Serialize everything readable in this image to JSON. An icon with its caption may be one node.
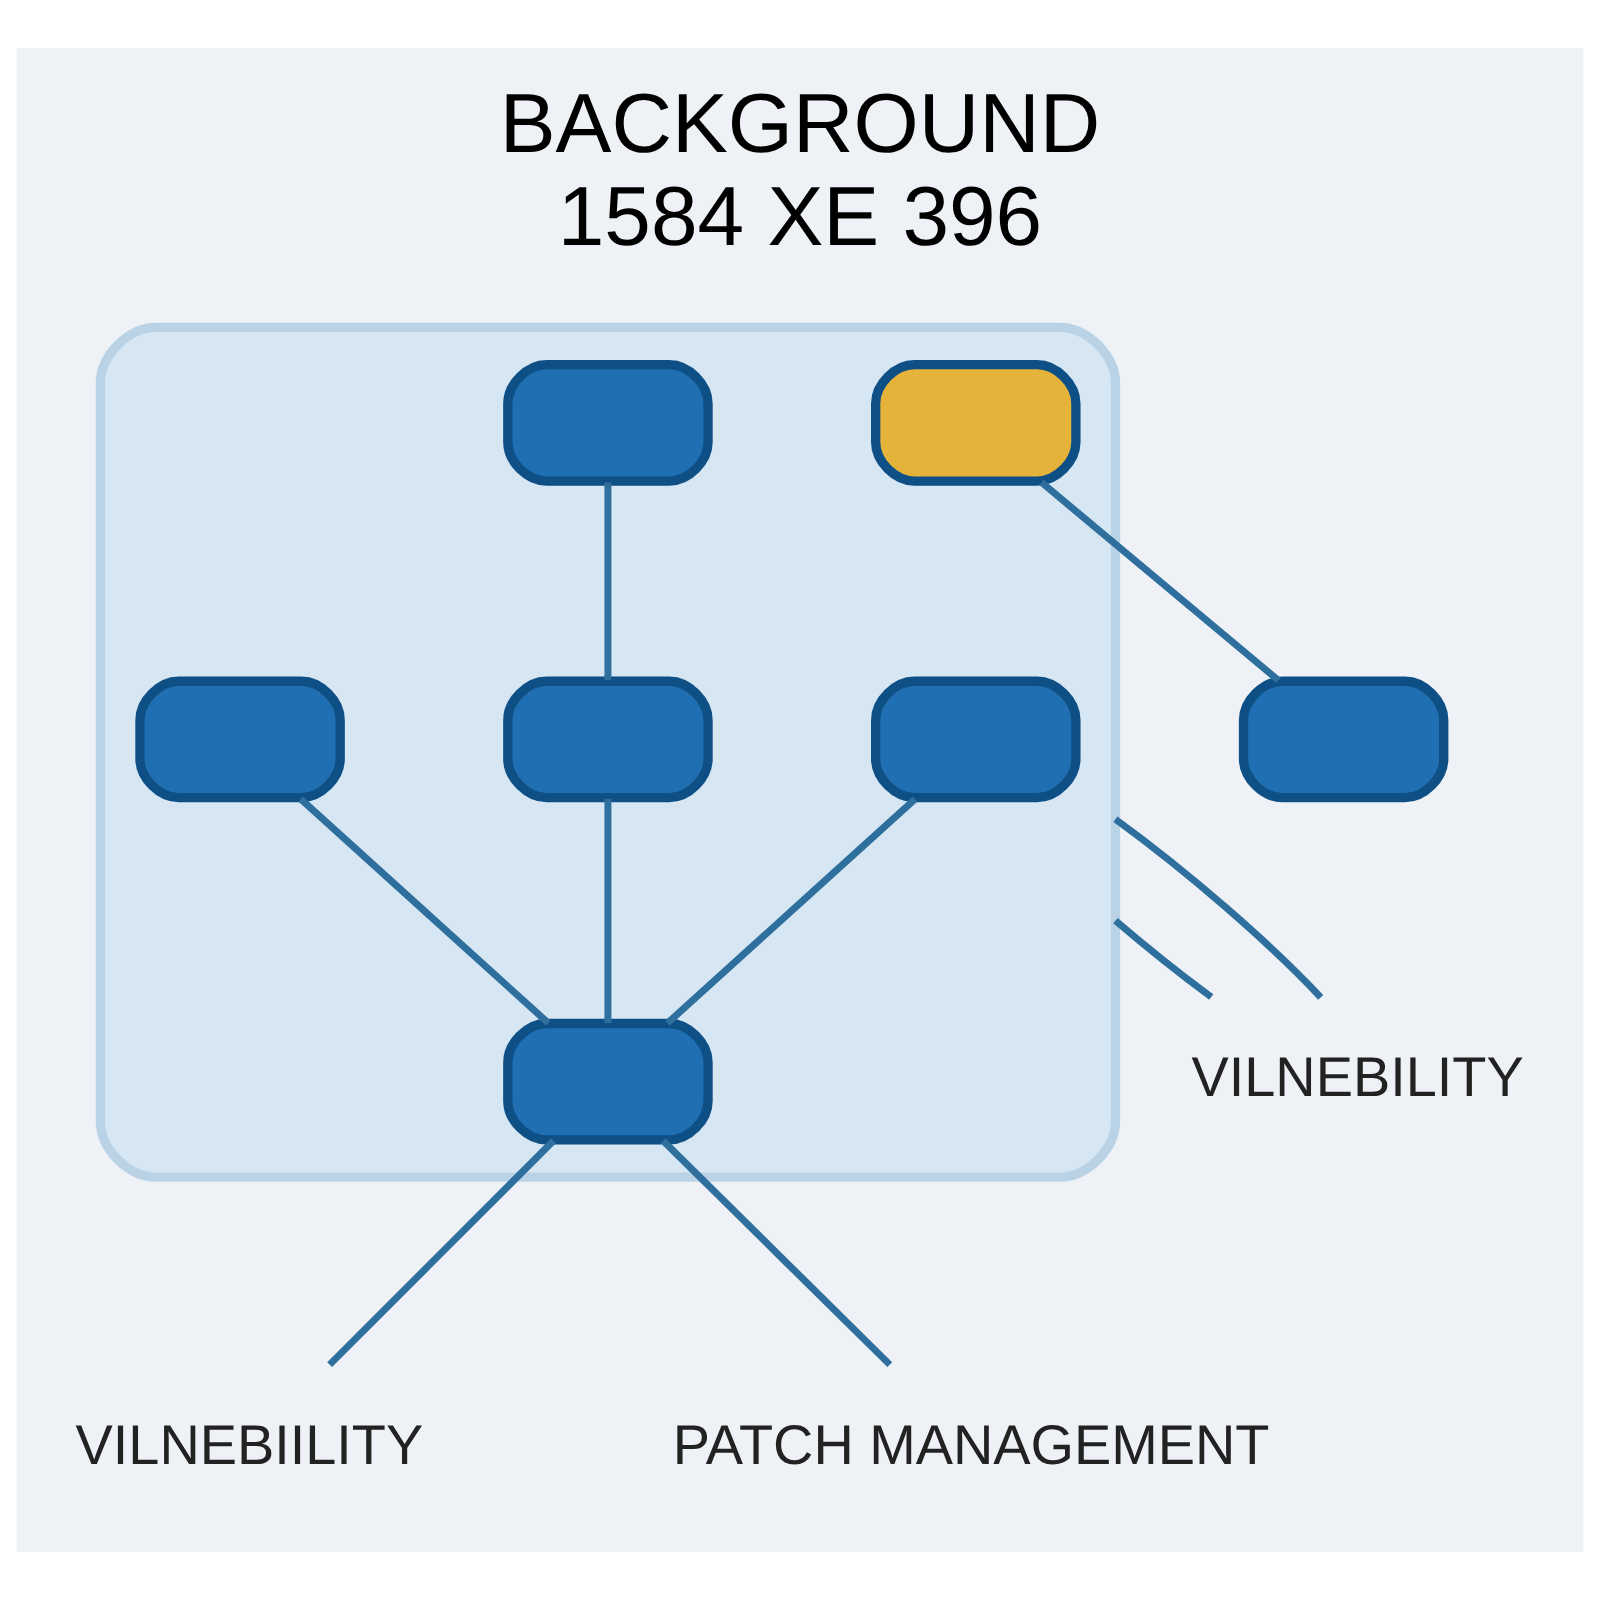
{
  "diagram": {
    "title": "BACKGROUND",
    "caption": "1584 XE 396",
    "nodes": [
      {
        "text": [],
        "shape": "cloud"
      },
      {
        "text": [],
        "shape": "box",
        "in": 0
      },
      {
        "text": [],
        "shape": "box",
        "in": 0
      },
      {
        "text": [],
        "shape": "box",
        "in": 0
      },
      {
        "text": [],
        "shape": "box",
        "in": 0
      },
      {
        "text": [],
        "shape": "box",
        "in": 0
      },
      {
        "text": [],
        "shape": "box",
        "in": 0
      },
      {
        "text": [
          "VILNEBILITY"
        ]
      },
      {
        "text": [],
        "shape": "box"
      },
      {
        "text": [
          "VILNEBIILITY"
        ]
      },
      {
        "text": [
          "PATCH MANAGEMENT"
        ]
      }
    ],
    "edges": [
      {
        "from": 2,
        "to": 4,
        "arrow": "none"
      },
      {
        "from": 1,
        "to": 5,
        "arrow": "none"
      },
      {
        "from": 4,
        "to": 5,
        "arrow": "none"
      },
      {
        "from": 3,
        "to": 5,
        "arrow": "none"
      },
      {
        "from": 0,
        "to": 7,
        "arrow": "none"
      },
      {
        "from": 0,
        "to": 7,
        "arrow": "none"
      },
      {
        "from": 6,
        "to": 8,
        "arrow": "none"
      },
      {
        "from": 5,
        "to": 9,
        "arrow": "none"
      },
      {
        "from": 5,
        "to": 10,
        "arrow": "none"
      }
    ]
  }
}
